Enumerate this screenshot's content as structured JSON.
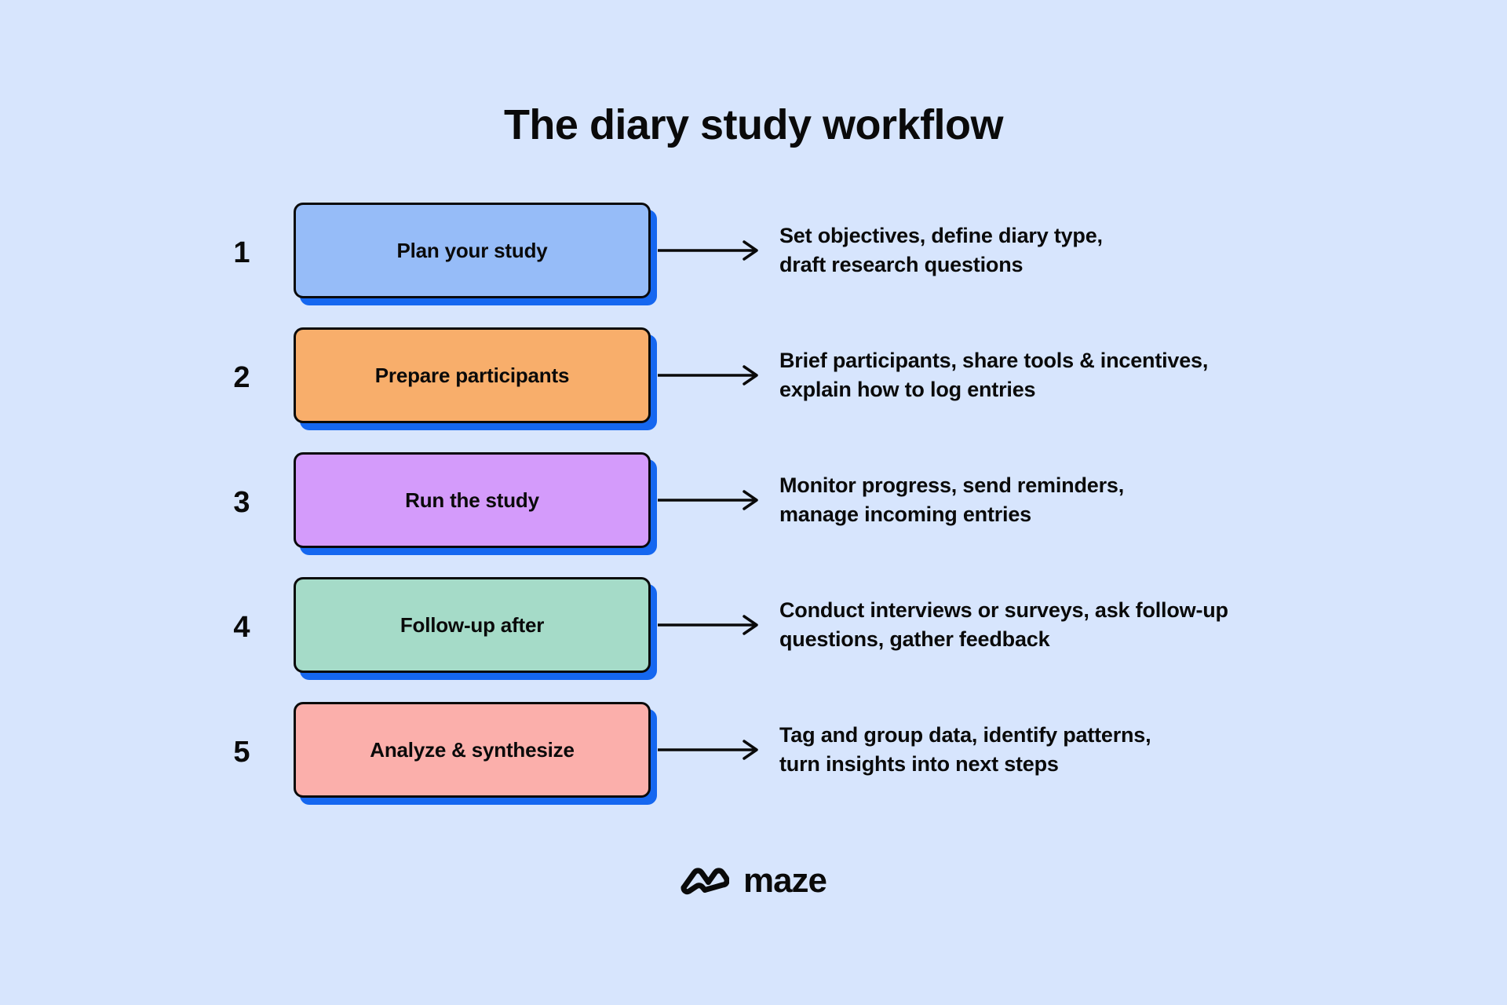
{
  "page": {
    "background_color": "#d7e5fd",
    "title": "The diary study workflow"
  },
  "steps": [
    {
      "number": "1",
      "label": "Plan your study",
      "color": "#96bcf8",
      "shadow_color": "#1567f0",
      "description_line1": "Set objectives, define diary type,",
      "description_line2": "draft research questions"
    },
    {
      "number": "2",
      "label": "Prepare participants",
      "color": "#f8ae6b",
      "shadow_color": "#1567f0",
      "description_line1": "Brief participants, share tools & incentives,",
      "description_line2": "explain how to log entries"
    },
    {
      "number": "3",
      "label": "Run the study",
      "color": "#d49bfb",
      "shadow_color": "#1567f0",
      "description_line1": "Monitor progress, send reminders,",
      "description_line2": "manage incoming entries"
    },
    {
      "number": "4",
      "label": "Follow-up after",
      "color": "#a5dbc8",
      "shadow_color": "#1567f0",
      "description_line1": "Conduct interviews or surveys, ask follow-up",
      "description_line2": "questions, gather feedback"
    },
    {
      "number": "5",
      "label": "Analyze & synthesize",
      "color": "#fbafab",
      "shadow_color": "#1567f0",
      "description_line1": "Tag and group data, identify patterns,",
      "description_line2": "turn insights into next steps"
    }
  ],
  "footer": {
    "logo_mark": "maze-logo-icon",
    "logo_text": "maze"
  }
}
